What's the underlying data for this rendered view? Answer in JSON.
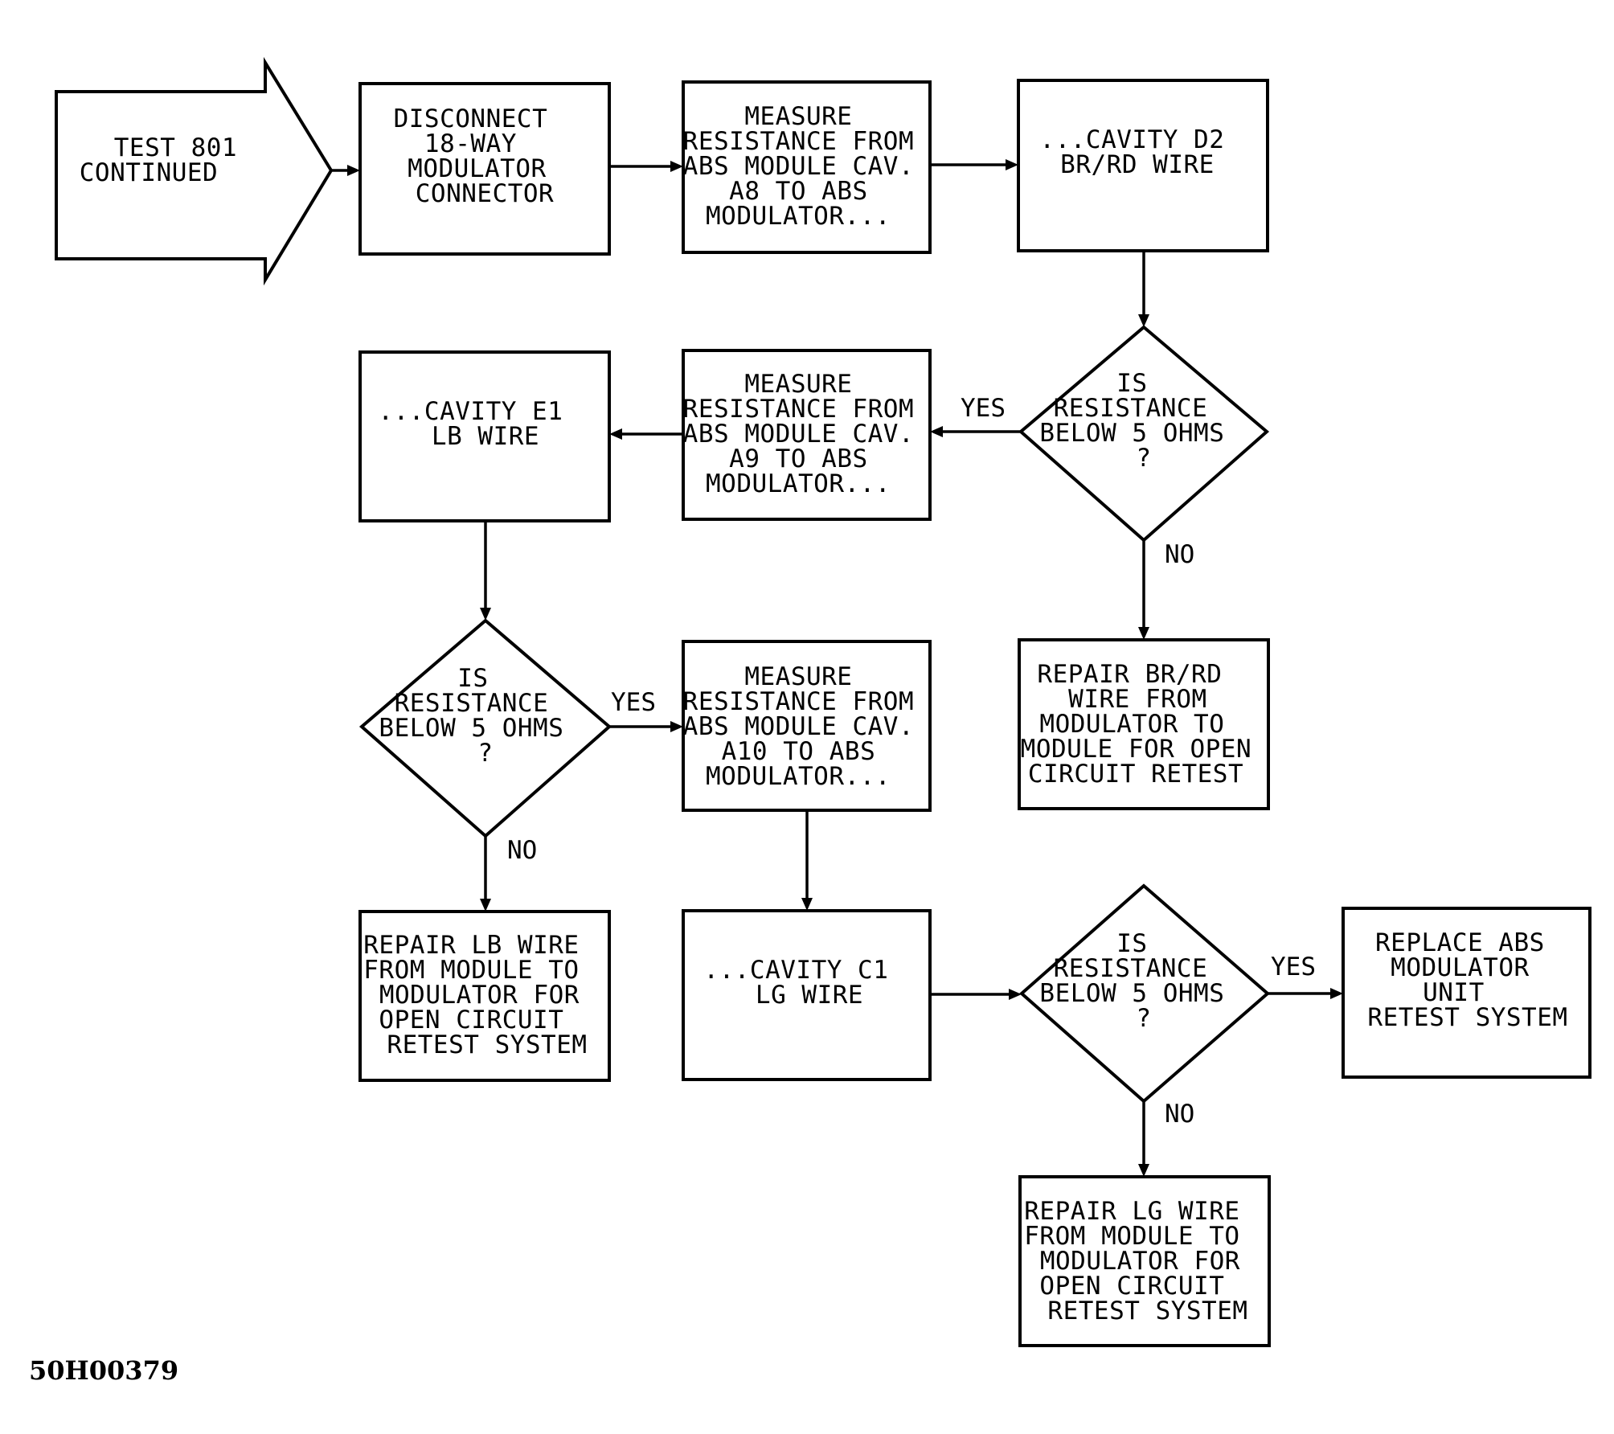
{
  "start": {
    "lines": [
      "TEST 801",
      "CONTINUED"
    ]
  },
  "box_disconnect": {
    "lines": [
      "DISCONNECT",
      "18-WAY",
      "MODULATOR",
      "CONNECTOR"
    ]
  },
  "box_measure_a8": {
    "lines": [
      "MEASURE",
      "RESISTANCE FROM",
      "ABS MODULE CAV.",
      "A8 TO ABS",
      "MODULATOR..."
    ]
  },
  "box_cavity_d2": {
    "lines": [
      "...CAVITY D2",
      "BR/RD WIRE"
    ]
  },
  "decision_1": {
    "lines": [
      "IS",
      "RESISTANCE",
      "BELOW 5 OHMS",
      "?"
    ]
  },
  "box_measure_a9": {
    "lines": [
      "MEASURE",
      "RESISTANCE FROM",
      "ABS MODULE CAV.",
      "A9 TO ABS",
      "MODULATOR..."
    ]
  },
  "box_cavity_e1": {
    "lines": [
      "...CAVITY E1",
      "LB WIRE"
    ]
  },
  "box_repair_brrd": {
    "lines": [
      "REPAIR BR/RD",
      "WIRE FROM",
      "MODULATOR TO",
      "MODULE FOR OPEN",
      "CIRCUIT RETEST"
    ]
  },
  "decision_2": {
    "lines": [
      "IS",
      "RESISTANCE",
      "BELOW 5 OHMS",
      "?"
    ]
  },
  "box_measure_a10": {
    "lines": [
      "MEASURE",
      "RESISTANCE FROM",
      "ABS MODULE CAV.",
      "A10 TO ABS",
      "MODULATOR..."
    ]
  },
  "box_repair_lb": {
    "lines": [
      "REPAIR LB WIRE",
      "FROM MODULE TO",
      "MODULATOR FOR",
      "OPEN CIRCUIT",
      "RETEST SYSTEM"
    ]
  },
  "box_cavity_c1": {
    "lines": [
      "...CAVITY C1",
      "LG WIRE"
    ]
  },
  "decision_3": {
    "lines": [
      "IS",
      "RESISTANCE",
      "BELOW 5 OHMS",
      "?"
    ]
  },
  "box_replace": {
    "lines": [
      "REPLACE ABS",
      "MODULATOR",
      "UNIT",
      "RETEST SYSTEM"
    ]
  },
  "box_repair_lg": {
    "lines": [
      "REPAIR LG WIRE",
      "FROM MODULE TO",
      "MODULATOR FOR",
      "OPEN CIRCUIT",
      "RETEST SYSTEM"
    ]
  },
  "branch_labels": {
    "yes": "YES",
    "no": "NO"
  },
  "figure_id": "50H00379"
}
